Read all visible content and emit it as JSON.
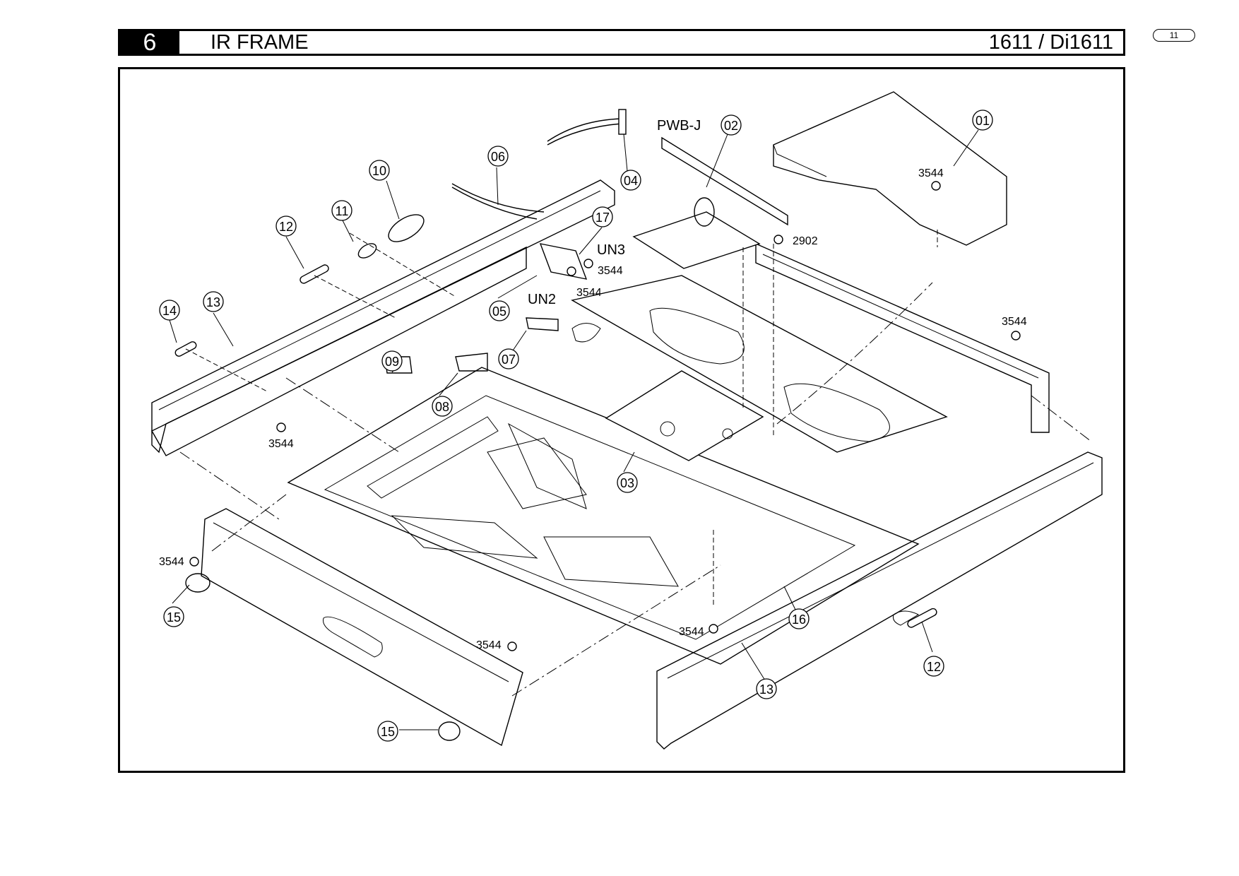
{
  "header": {
    "section_number": "6",
    "section_title": "IR FRAME",
    "model": "1611 / Di1611"
  },
  "page_badge": "11",
  "callouts": [
    "01",
    "02",
    "03",
    "04",
    "05",
    "06",
    "07",
    "08",
    "09",
    "10",
    "11",
    "12",
    "13",
    "14",
    "15",
    "16",
    "17",
    "12",
    "13",
    "15"
  ],
  "labels": {
    "pwb_j": "PWB-J",
    "un3": "UN3",
    "un2": "UN2",
    "screw_3544": "3544",
    "screw_2902": "2902"
  }
}
